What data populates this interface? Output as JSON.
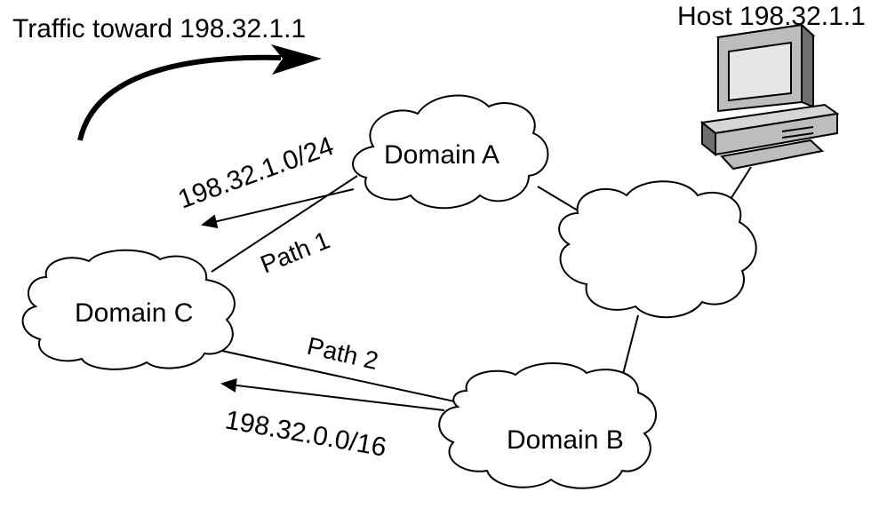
{
  "labels": {
    "traffic": "Traffic toward 198.32.1.1",
    "host": "Host 198.32.1.1",
    "domain_a": "Domain A",
    "domain_b": "Domain B",
    "domain_c": "Domain C",
    "path1": "Path 1",
    "path2": "Path 2",
    "route_specific": "198.32.1.0/24",
    "route_aggregate": "198.32.0.0/16"
  },
  "colors": {
    "line": "#000000",
    "cloud_fill": "#ffffff",
    "monitor_body": "#bdbdbd",
    "monitor_dark": "#6f6f6f",
    "screen": "#e6e6e6"
  }
}
